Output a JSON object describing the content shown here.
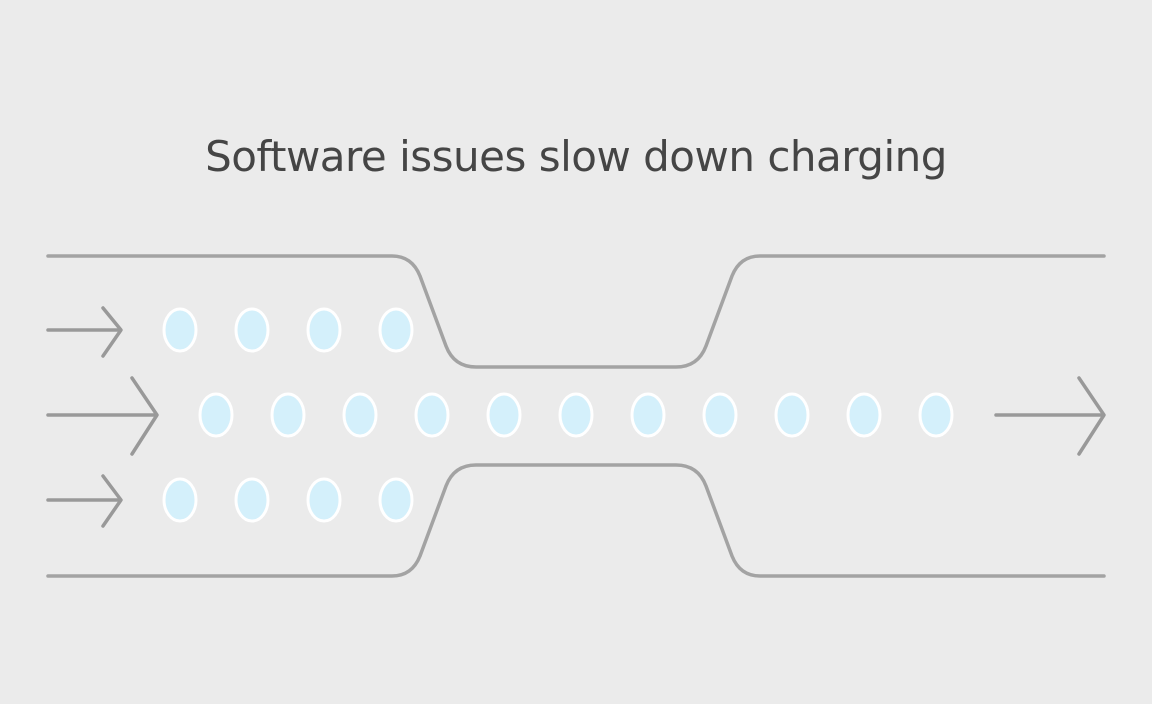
{
  "title": "Software issues slow down charging",
  "colors": {
    "background": "#ebebeb",
    "pipe_stroke": "#a3a3a3",
    "arrow_stroke": "#999999",
    "dot_fill": "#d4f0fb",
    "dot_stroke": "#ffffff",
    "title_text": "#454545"
  },
  "flow": {
    "incoming_lanes": 3,
    "dots_per_incoming_lane": 4,
    "dots_in_bottleneck_lane": 11,
    "outgoing_lanes": 1
  }
}
